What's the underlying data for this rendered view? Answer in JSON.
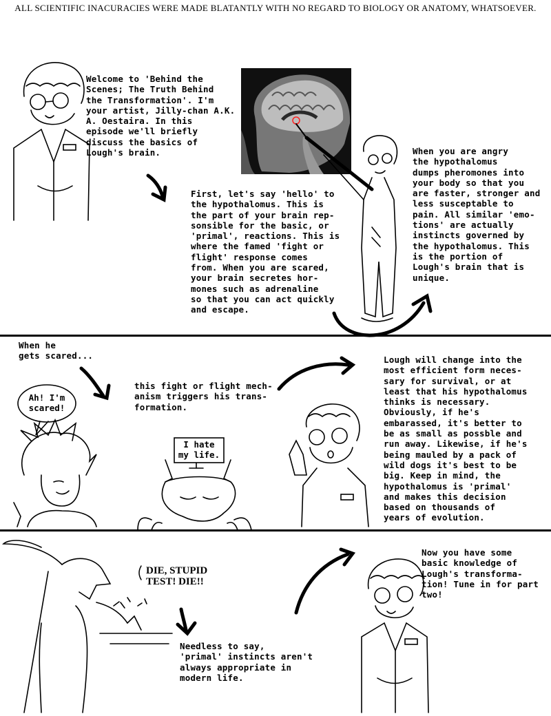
{
  "header": {
    "disclaimer": "ALL SCIENTIFIC INACURACIES WERE MADE BLATANTLY WITH NO REGARD TO BIOLOGY OR ANATOMY, WHATSOEVER."
  },
  "panel1": {
    "welcome": "Welcome to 'Behind the\nScenes; The Truth Behind\nthe Transformation'. I'm\nyour artist, Jilly-chan A.K.\nA. Oestaira. In this\nepisode we'll briefly\ndiscuss the basics of\nLough's brain.",
    "hypothalamus": "First, let's say 'hello' to\nthe hypothalomus. This is\nthe part of your brain rep-\nsonsible for the basic, or\n'primal', reactions. This is\nwhere the famed 'fight or\nflight' response comes\nfrom. When you are scared,\nyour brain secretes hor-\nmones such as adrenaline\nso that you can act quickly\nand escape.",
    "angry": "When you are angry\nthe hypothalomus\ndumps pheromones into\nyour body so that you\nare faster, stronger and\nless susceptable to\npain. All similar 'emo-\ntions' are actually\ninstincts governed by\nthe hypothalomus. This\nis the portion of\nLough's brain that is\nunique."
  },
  "panel2": {
    "scared_intro": "When he\ngets scared...",
    "bubble": "Ah! I'm\nscared!",
    "mechanism": "this fight or flight mech-\nanism triggers his trans-\nformation.",
    "sign": "I hate\nmy life.",
    "change": "Lough will change into the\nmost efficient form neces-\nsary for survival, or at\nleast that his hypothalomus\nthinks is necessary.\nObviously, if he's\nembarassed, it's better to\nbe as small as possble and\nrun away. Likewise, if he's\nbeing mauled by a pack of\nwild dogs it's best to be\nbig. Keep in mind, the\nhypothalomus is 'primal'\nand makes this decision\nbased on thousands of\nyears of evolution."
  },
  "panel3": {
    "shout": "DIE, STUPID\nTEST! DIE!!",
    "needless": "Needless to say,\n'primal' instincts aren't\nalways appropriate in\nmodern life.",
    "outro": "Now you have some\nbasic knowledge of\nLough's transforma-\ntion! Tune in for part\ntwo!"
  }
}
